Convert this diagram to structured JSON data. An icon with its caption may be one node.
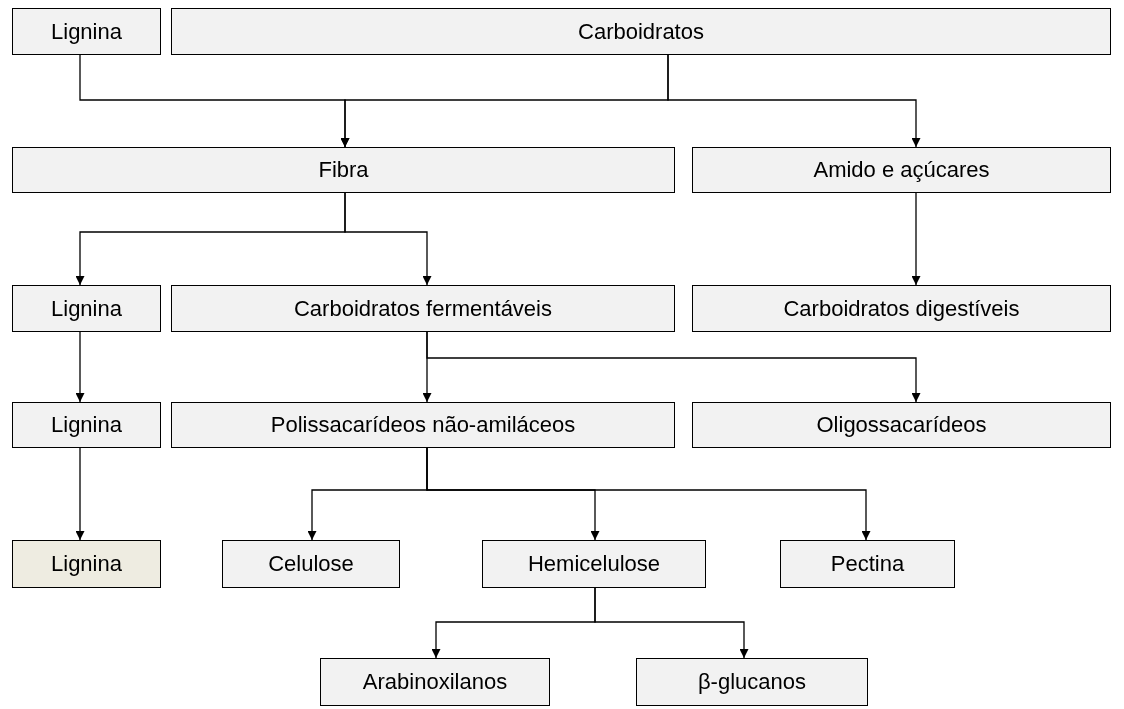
{
  "diagram": {
    "nodes": [
      {
        "text": [
          "Lignina"
        ]
      },
      {
        "text": [
          "Carboidratos"
        ]
      },
      {
        "text": [
          "Fibra"
        ]
      },
      {
        "text": [
          "Amido e açúcares"
        ]
      },
      {
        "text": [
          "Lignina"
        ]
      },
      {
        "text": [
          "Carboidratos fermentáveis"
        ]
      },
      {
        "text": [
          "Carboidratos digestíveis"
        ]
      },
      {
        "text": [
          "Lignina"
        ]
      },
      {
        "text": [
          "Polissacarídeos não-amiláceos"
        ]
      },
      {
        "text": [
          "Oligossacarídeos"
        ]
      },
      {
        "text": [
          "Lignina"
        ]
      },
      {
        "text": [
          "Celulose"
        ]
      },
      {
        "text": [
          "Hemicelulose"
        ]
      },
      {
        "text": [
          "Pectina"
        ]
      },
      {
        "text": [
          "Arabinoxilanos"
        ]
      },
      {
        "text": [
          "β-glucanos"
        ]
      }
    ],
    "edges": [
      {
        "from": 0,
        "to": 2,
        "arrow": "to"
      },
      {
        "from": 1,
        "to": 2,
        "arrow": "to"
      },
      {
        "from": 1,
        "to": 3,
        "arrow": "to"
      },
      {
        "from": 2,
        "to": 4,
        "arrow": "to"
      },
      {
        "from": 2,
        "to": 5,
        "arrow": "to"
      },
      {
        "from": 3,
        "to": 6,
        "arrow": "to"
      },
      {
        "from": 4,
        "to": 7,
        "arrow": "to"
      },
      {
        "from": 5,
        "to": 8,
        "arrow": "to"
      },
      {
        "from": 5,
        "to": 9,
        "arrow": "to"
      },
      {
        "from": 7,
        "to": 10,
        "arrow": "to"
      },
      {
        "from": 8,
        "to": 11,
        "arrow": "to"
      },
      {
        "from": 8,
        "to": 12,
        "arrow": "to"
      },
      {
        "from": 8,
        "to": 13,
        "arrow": "to"
      },
      {
        "from": 12,
        "to": 14,
        "arrow": "to"
      },
      {
        "from": 12,
        "to": 15,
        "arrow": "to"
      }
    ]
  }
}
